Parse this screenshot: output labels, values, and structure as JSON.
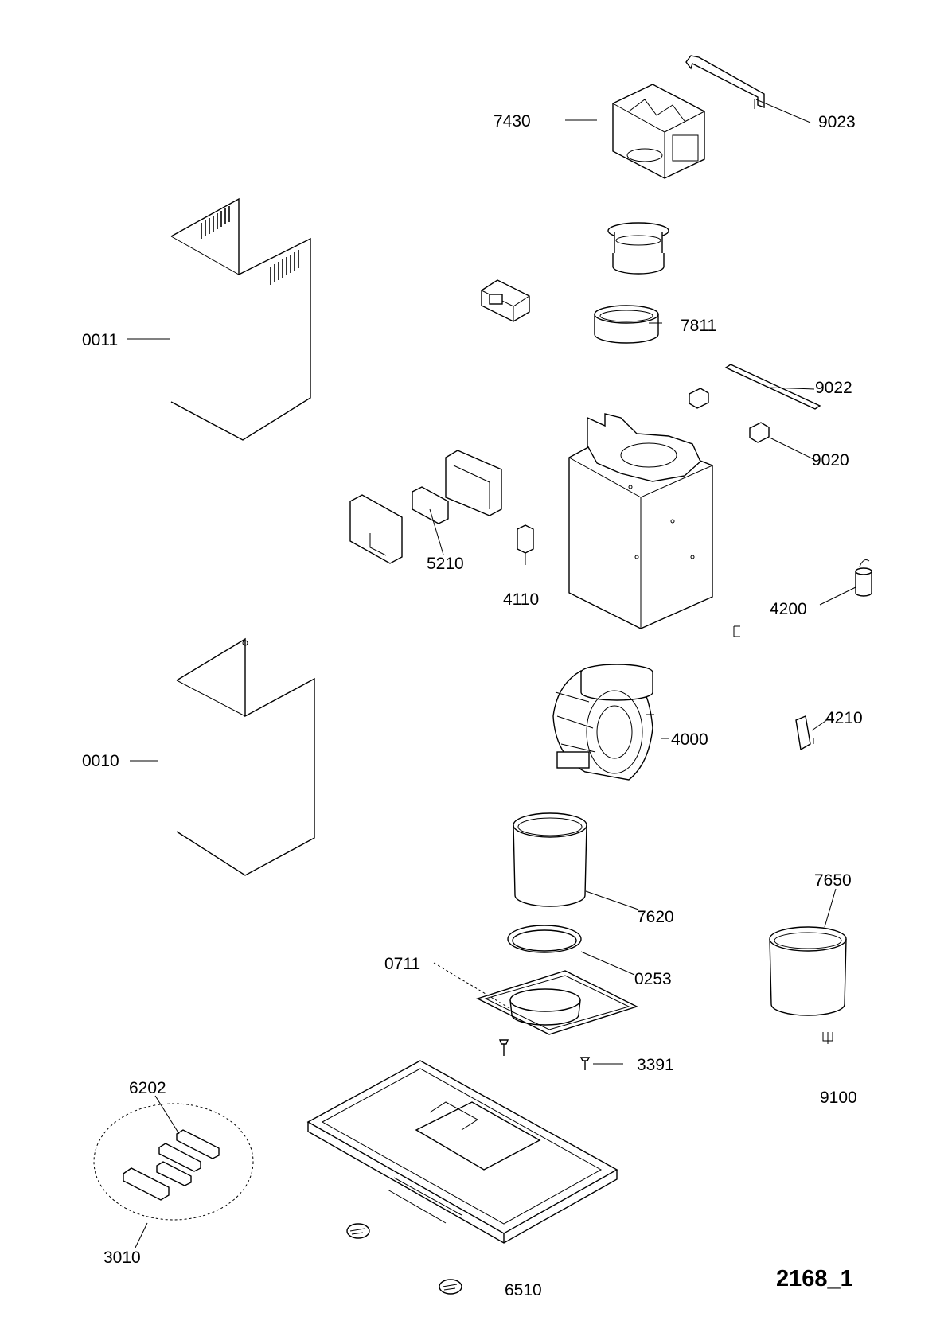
{
  "drawing_id": "2168_1",
  "part_labels": {
    "p7430": "7430",
    "p9023": "9023",
    "p7811": "7811",
    "p0011": "0011",
    "p9022": "9022",
    "p9020": "9020",
    "p5210": "5210",
    "p4110": "4110",
    "p4200": "4200",
    "p0010": "0010",
    "p4000": "4000",
    "p4210": "4210",
    "p7620": "7620",
    "p7650": "7650",
    "p0711": "0711",
    "p0253": "0253",
    "p3391": "3391",
    "p9100": "9100",
    "p6202": "6202",
    "p3010": "3010",
    "p6510": "6510"
  }
}
